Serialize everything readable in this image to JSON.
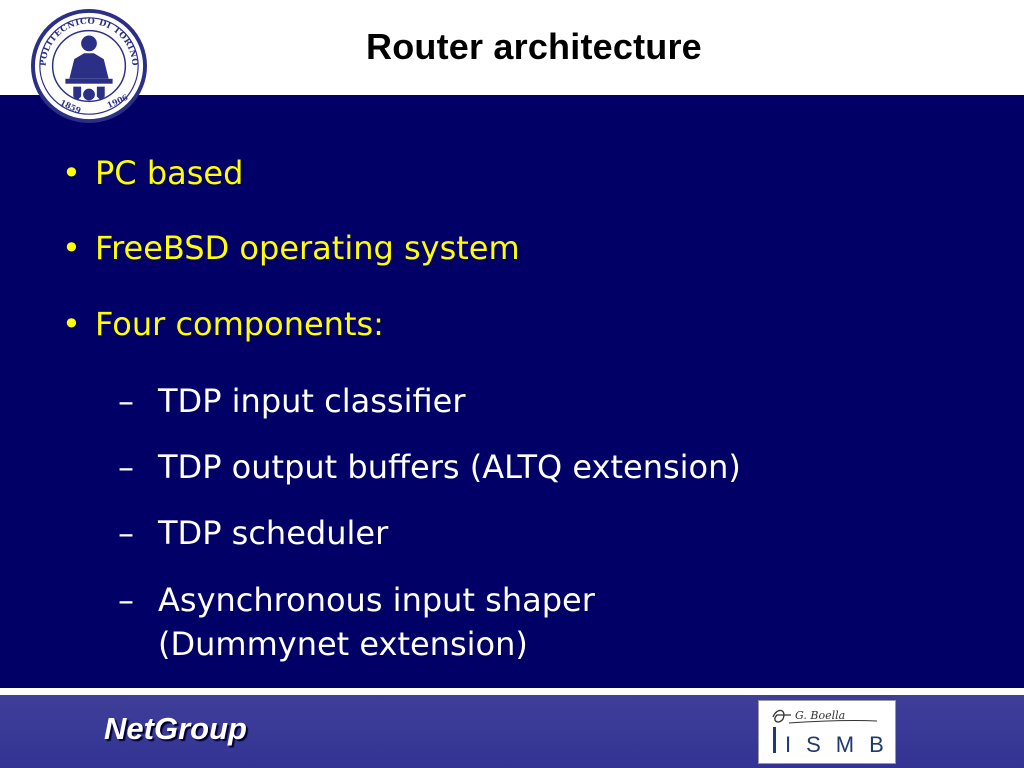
{
  "header": {
    "title": "Router architecture",
    "seal": {
      "icon": "university-seal-icon",
      "ring_text": "POLITECNICO DI TORINO",
      "year_left": "1859",
      "year_right": "1906"
    }
  },
  "bullets": [
    {
      "marker": "•",
      "text": "PC based"
    },
    {
      "marker": "•",
      "text": "FreeBSD operating system"
    },
    {
      "marker": "•",
      "text": "Four components:"
    }
  ],
  "sub_items": [
    {
      "marker": "–",
      "lines": [
        "TDP input classifier"
      ]
    },
    {
      "marker": "–",
      "lines": [
        "TDP output buffers (ALTQ extension)"
      ]
    },
    {
      "marker": "–",
      "lines": [
        "TDP scheduler"
      ]
    },
    {
      "marker": "–",
      "lines": [
        "Asynchronous input shaper",
        "(Dummynet extension)"
      ]
    }
  ],
  "footer": {
    "left_logo_text": "NetGroup",
    "right_logo": {
      "icon": "ismb-logo-icon",
      "signature": "G. Boella",
      "letters": "ISMB"
    }
  },
  "colors": {
    "content_background": "#000066",
    "bullet_text": "#ffff00",
    "sub_item_text": "#ffffff",
    "footer_background": "#3a3a96",
    "seal_blue": "#2b2f86"
  }
}
